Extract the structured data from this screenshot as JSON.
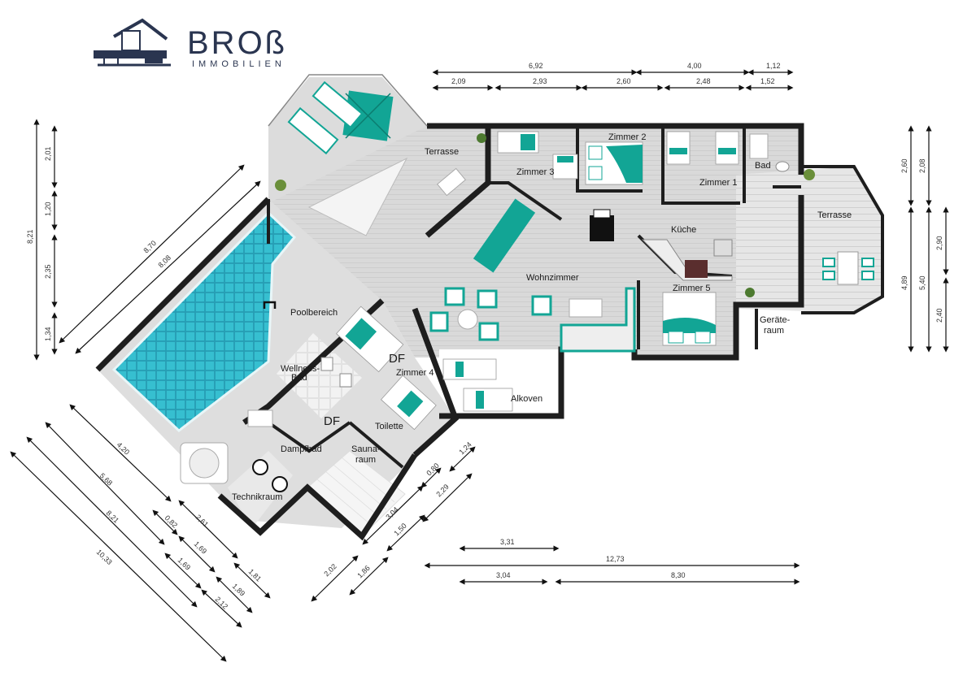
{
  "brand": {
    "name": "BROß",
    "subtitle": "IMMOBILIEN",
    "colors": {
      "brand": "#2a3550",
      "accent": "#12a595",
      "pool": "#2fb3c7"
    }
  },
  "rooms": {
    "terrasse_nw": "Terrasse",
    "zimmer3": "Zimmer 3",
    "zimmer2": "Zimmer 2",
    "zimmer1": "Zimmer 1",
    "bad": "Bad",
    "terrasse_e": "Terrasse",
    "kueche": "Küche",
    "wohnzimmer": "Wohnzimmer",
    "zimmer5": "Zimmer 5",
    "geraeteraum_1": "Geräte-",
    "geraeteraum_2": "raum",
    "poolbereich": "Poolbereich",
    "wellness_1": "Wellness-",
    "wellness_2": "Bad",
    "df_1": "DF",
    "zimmer4": "Zimmer 4",
    "alkoven": "Alkoven",
    "df_2": "DF",
    "toilette": "Toilette",
    "dampfbad": "Dampfbad",
    "sauna_1": "Sauna-",
    "sauna_2": "raum",
    "technikraum": "Technikraum"
  },
  "dims": {
    "top_6_92": "6,92",
    "top_4_00": "4,00",
    "top_1_12": "1,12",
    "top_2_09": "2,09",
    "top_2_93": "2,93",
    "top_2_60": "2,60",
    "top_2_48": "2,48",
    "top_1_52": "1,52",
    "left_8_21": "8,21",
    "left_2_01": "2,01",
    "left_1_20": "1,20",
    "left_2_35": "2,35",
    "left_1_34": "1,34",
    "diag_8_70": "8,70",
    "diag_8_08": "8,08",
    "right_2_60": "2,60",
    "right_2_08": "2,08",
    "right_4_89": "4,89",
    "right_5_40": "5,40",
    "right_2_90": "2,90",
    "right_2_40": "2,40",
    "bot_3_31": "3,31",
    "bot_12_73": "12,73",
    "bot_3_04": "3,04",
    "bot_8_30": "8,30",
    "sw_4_20": "4,20",
    "sw_5_68": "5,68",
    "sw_8_21": "8,21",
    "sw_10_33": "10,33",
    "sw_2_61": "2,61",
    "sw_0_82": "0,82",
    "sw_1_69a": "1,69",
    "sw_1_69b": "1,69",
    "sw_1_81": "1,81",
    "sw_1_89": "1,89",
    "sw_2_12": "2,12",
    "se_1_24": "1,24",
    "se_0_80": "0,80",
    "se_2_29": "2,29",
    "se_3_04": "3,04",
    "se_1_50": "1,50",
    "se_2_02": "2,02",
    "se_1_86": "1,86"
  }
}
